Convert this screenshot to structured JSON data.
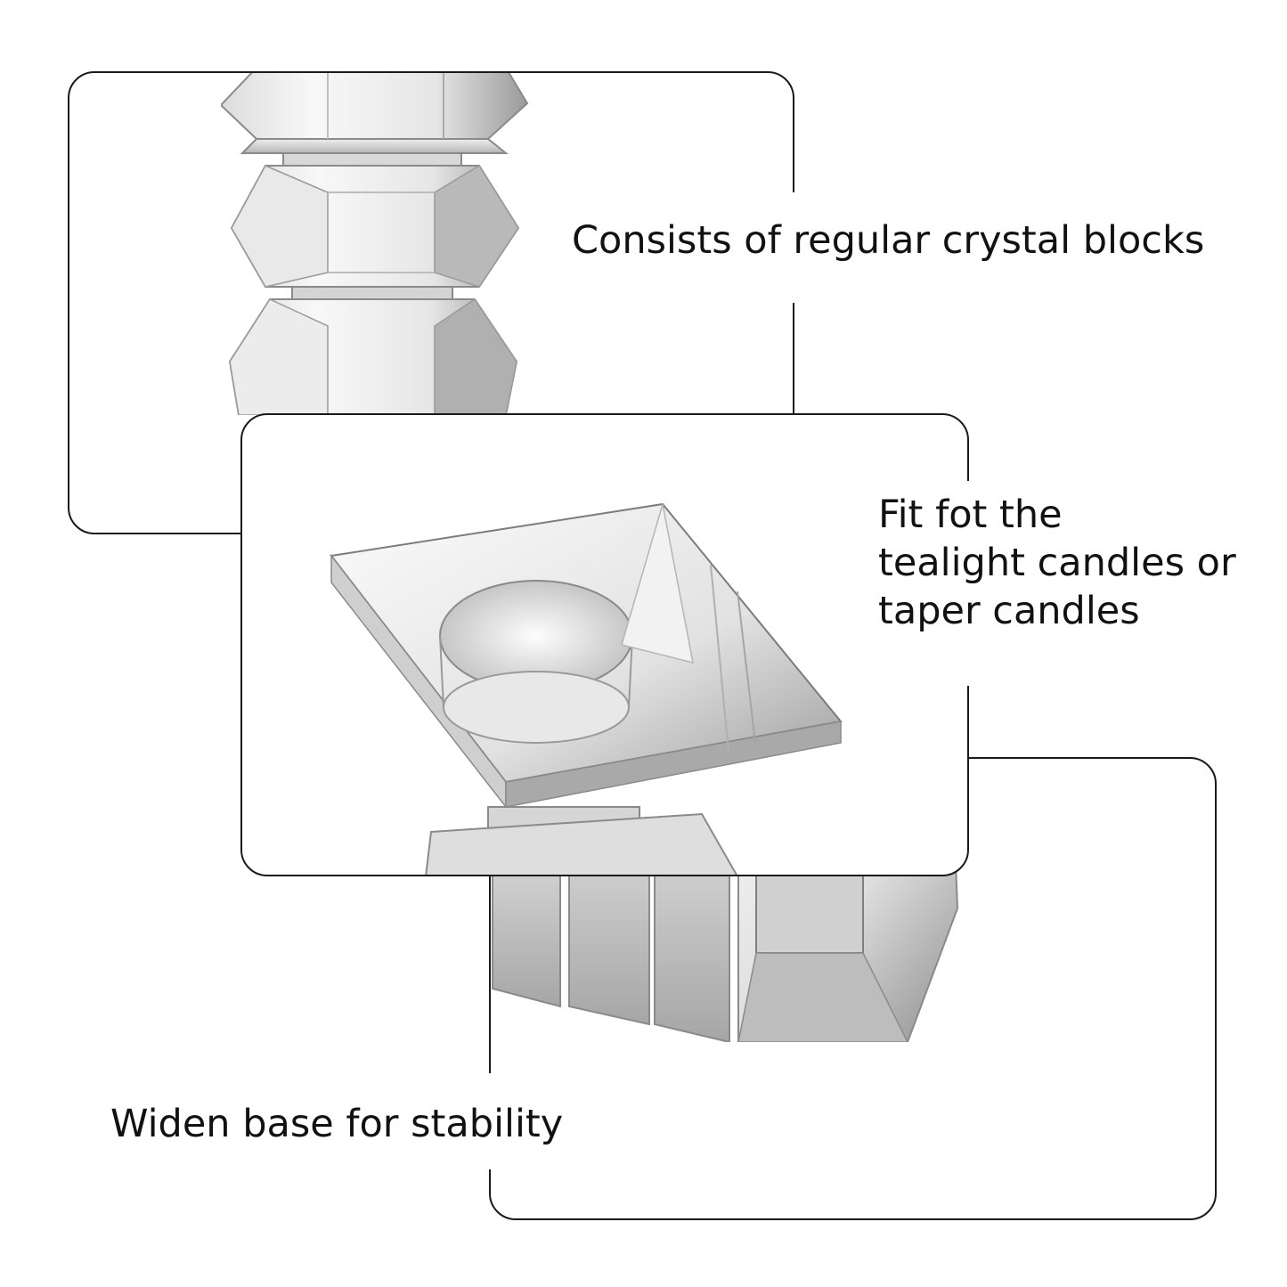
{
  "labels": {
    "top": "Consists of regular crystal blocks",
    "middle_line1": "Fit fot the",
    "middle_line2": "tealight candles or",
    "middle_line3": "taper candles",
    "bottom": "Widen base for stability"
  },
  "colors": {
    "border": "#1a1a1a",
    "background": "#ffffff",
    "crystal_light": "#f4f4f4",
    "crystal_mid": "#c9c9c9",
    "crystal_dark": "#7a7a7a"
  }
}
